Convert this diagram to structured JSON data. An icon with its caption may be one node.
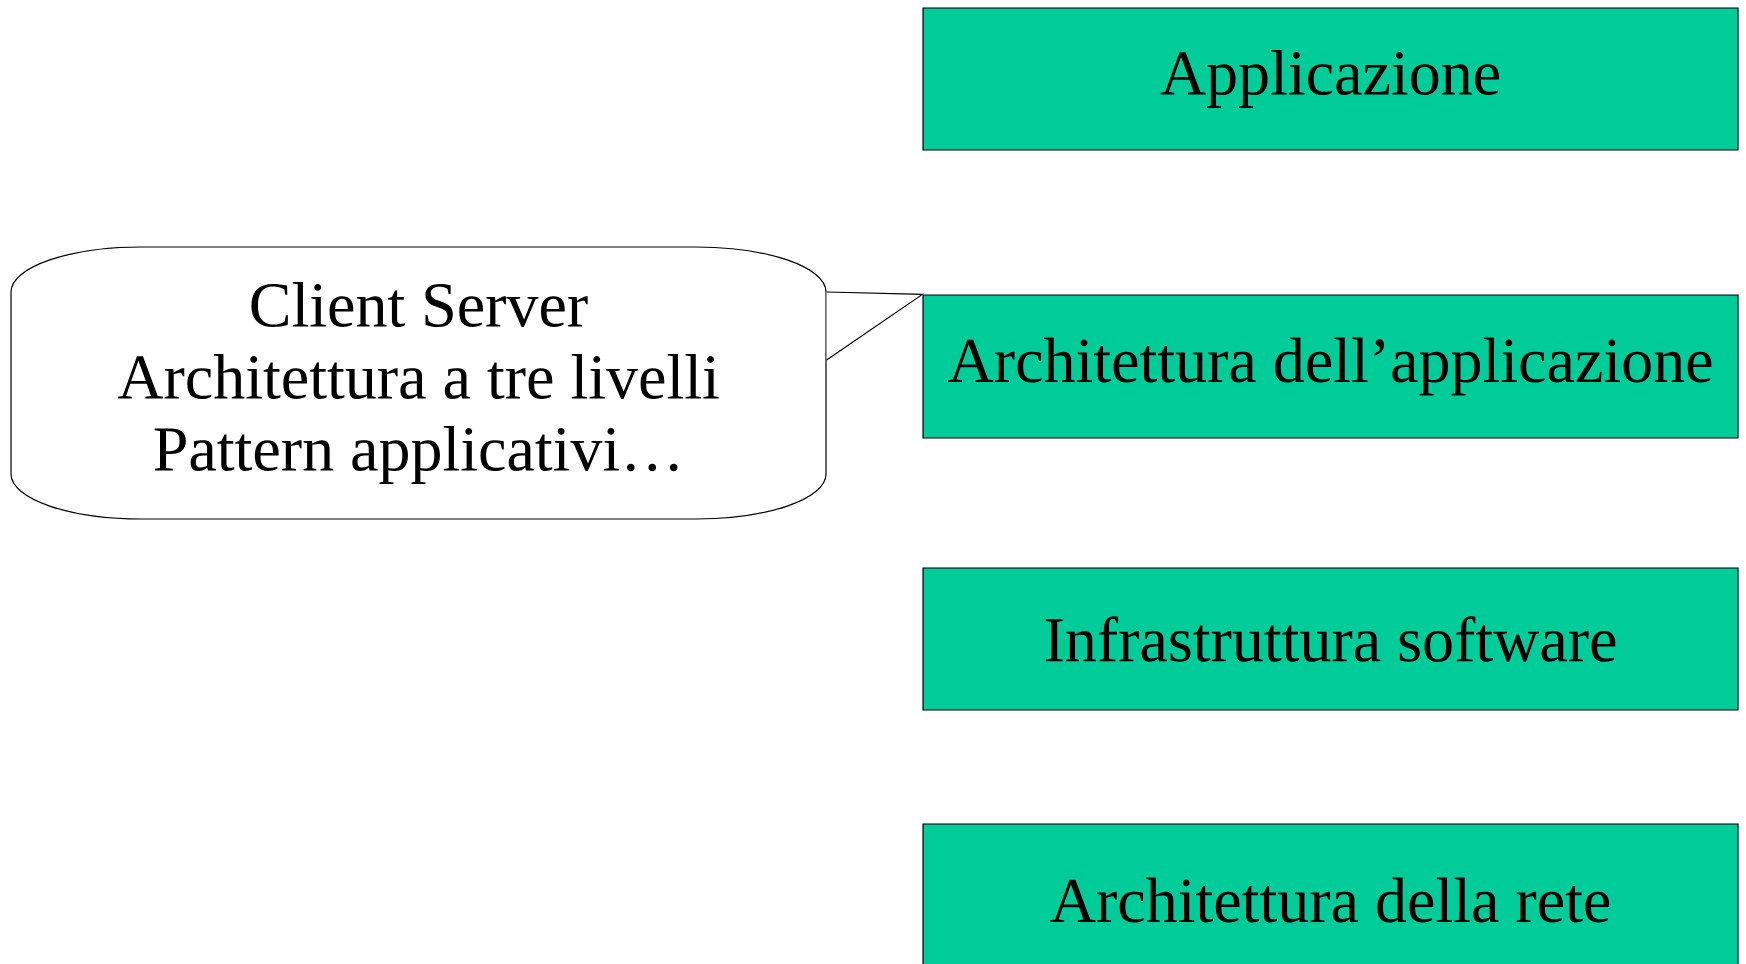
{
  "diagram": {
    "nodes": [
      {
        "text": [
          "Applicazione"
        ]
      },
      {
        "text": [
          "Client Server",
          "Architettura a tre livelli",
          "Pattern applicativi…"
        ]
      },
      {
        "text": [
          "Architettura dell’applicazione"
        ]
      },
      {
        "text": [
          "Infrastruttura software"
        ]
      },
      {
        "text": [
          "Architettura della rete"
        ]
      }
    ],
    "edges": [
      {
        "from": 1,
        "to": 2,
        "arrow": "to"
      }
    ]
  }
}
